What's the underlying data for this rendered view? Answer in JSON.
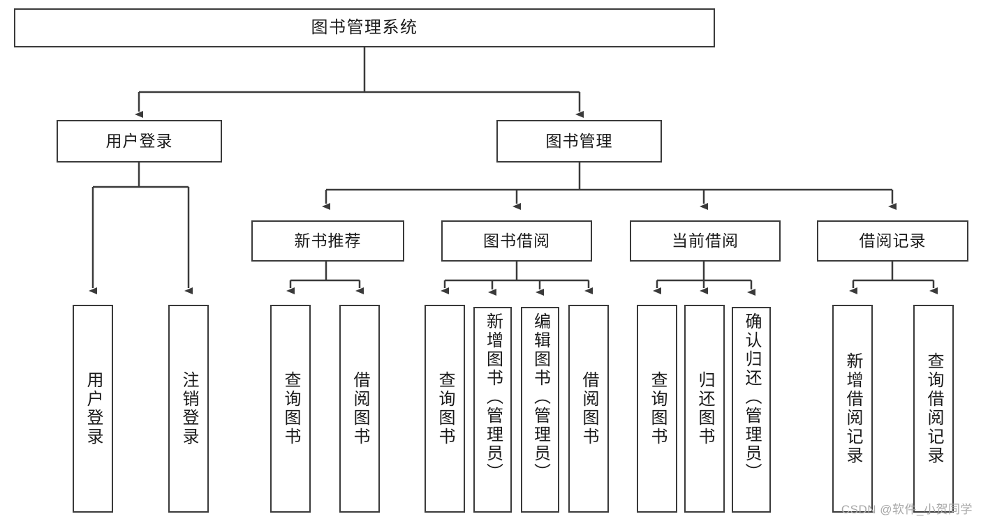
{
  "diagram": {
    "title": "图书管理系统",
    "type": "function-structure-tree",
    "root": {
      "id": "root",
      "label": "图书管理系统"
    },
    "level2": [
      {
        "id": "user-login",
        "label": "用户登录"
      },
      {
        "id": "book-manage",
        "label": "图书管理"
      }
    ],
    "level3": [
      {
        "id": "new-book-recommend",
        "label": "新书推荐",
        "parent": "book-manage"
      },
      {
        "id": "book-borrow",
        "label": "图书借阅",
        "parent": "book-manage"
      },
      {
        "id": "current-borrow",
        "label": "当前借阅",
        "parent": "book-manage"
      },
      {
        "id": "borrow-record",
        "label": "借阅记录",
        "parent": "book-manage"
      }
    ],
    "leaves": [
      {
        "id": "leaf-user-login",
        "label": "用户登录",
        "parent": "user-login"
      },
      {
        "id": "leaf-user-logout",
        "label": "注销登录",
        "parent": "user-login"
      },
      {
        "id": "leaf-query-book-1",
        "label": "查询图书",
        "parent": "new-book-recommend"
      },
      {
        "id": "leaf-borrow-book-1",
        "label": "借阅图书",
        "parent": "new-book-recommend"
      },
      {
        "id": "leaf-query-book-2",
        "label": "查询图书",
        "parent": "book-borrow"
      },
      {
        "id": "leaf-add-book",
        "label": "新增图书（管理员）",
        "parent": "book-borrow"
      },
      {
        "id": "leaf-edit-book",
        "label": "编辑图书（管理员）",
        "parent": "book-borrow"
      },
      {
        "id": "leaf-borrow-book-2",
        "label": "借阅图书",
        "parent": "book-borrow"
      },
      {
        "id": "leaf-query-book-3",
        "label": "查询图书",
        "parent": "current-borrow"
      },
      {
        "id": "leaf-return-book",
        "label": "归还图书",
        "parent": "current-borrow"
      },
      {
        "id": "leaf-confirm-return",
        "label": "确认归还（管理员）",
        "parent": "current-borrow"
      },
      {
        "id": "leaf-add-record",
        "label": "新增借阅记录",
        "parent": "borrow-record"
      },
      {
        "id": "leaf-query-record",
        "label": "查询借阅记录",
        "parent": "borrow-record"
      }
    ],
    "watermark": "CSDN @软件_小贺同学",
    "colors": {
      "stroke": "#3a3a3a",
      "background": "#ffffff",
      "text": "#1a1a1a",
      "watermark": "#a8a8a8"
    }
  }
}
